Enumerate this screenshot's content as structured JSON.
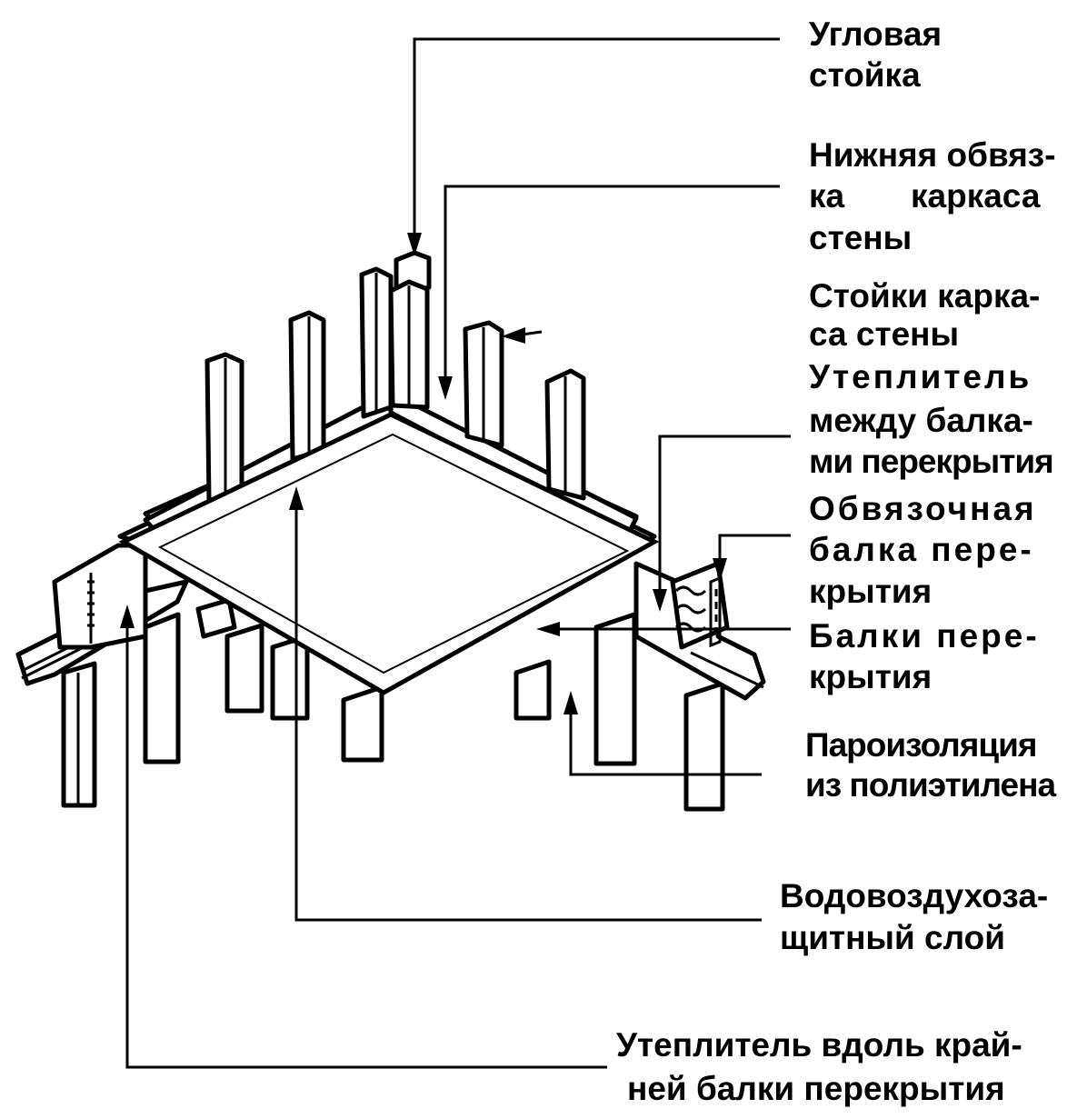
{
  "labels": {
    "corner_post": [
      "Угловая",
      "стойка"
    ],
    "bottom_plate": [
      "Нижняя обвяз-",
      "ка",
      "каркаса",
      "стены"
    ],
    "wall_studs": [
      "Стойки карка-",
      "са стены"
    ],
    "insulation_between_joists": [
      "Утеплитель",
      "между балка-",
      "ми перекрытия"
    ],
    "rim_joist": [
      "Обвязочная",
      "балка пере-",
      "крытия"
    ],
    "floor_joists": [
      "Балки пере-",
      "крытия"
    ],
    "vapor_barrier": [
      "Пароизоляция",
      "из полиэтилена"
    ],
    "weather_barrier": [
      "Водовоздухоза-",
      "щитный слой"
    ],
    "rim_insulation": [
      "Утеплитель вдоль край-",
      "ней балки перекрытия"
    ]
  }
}
